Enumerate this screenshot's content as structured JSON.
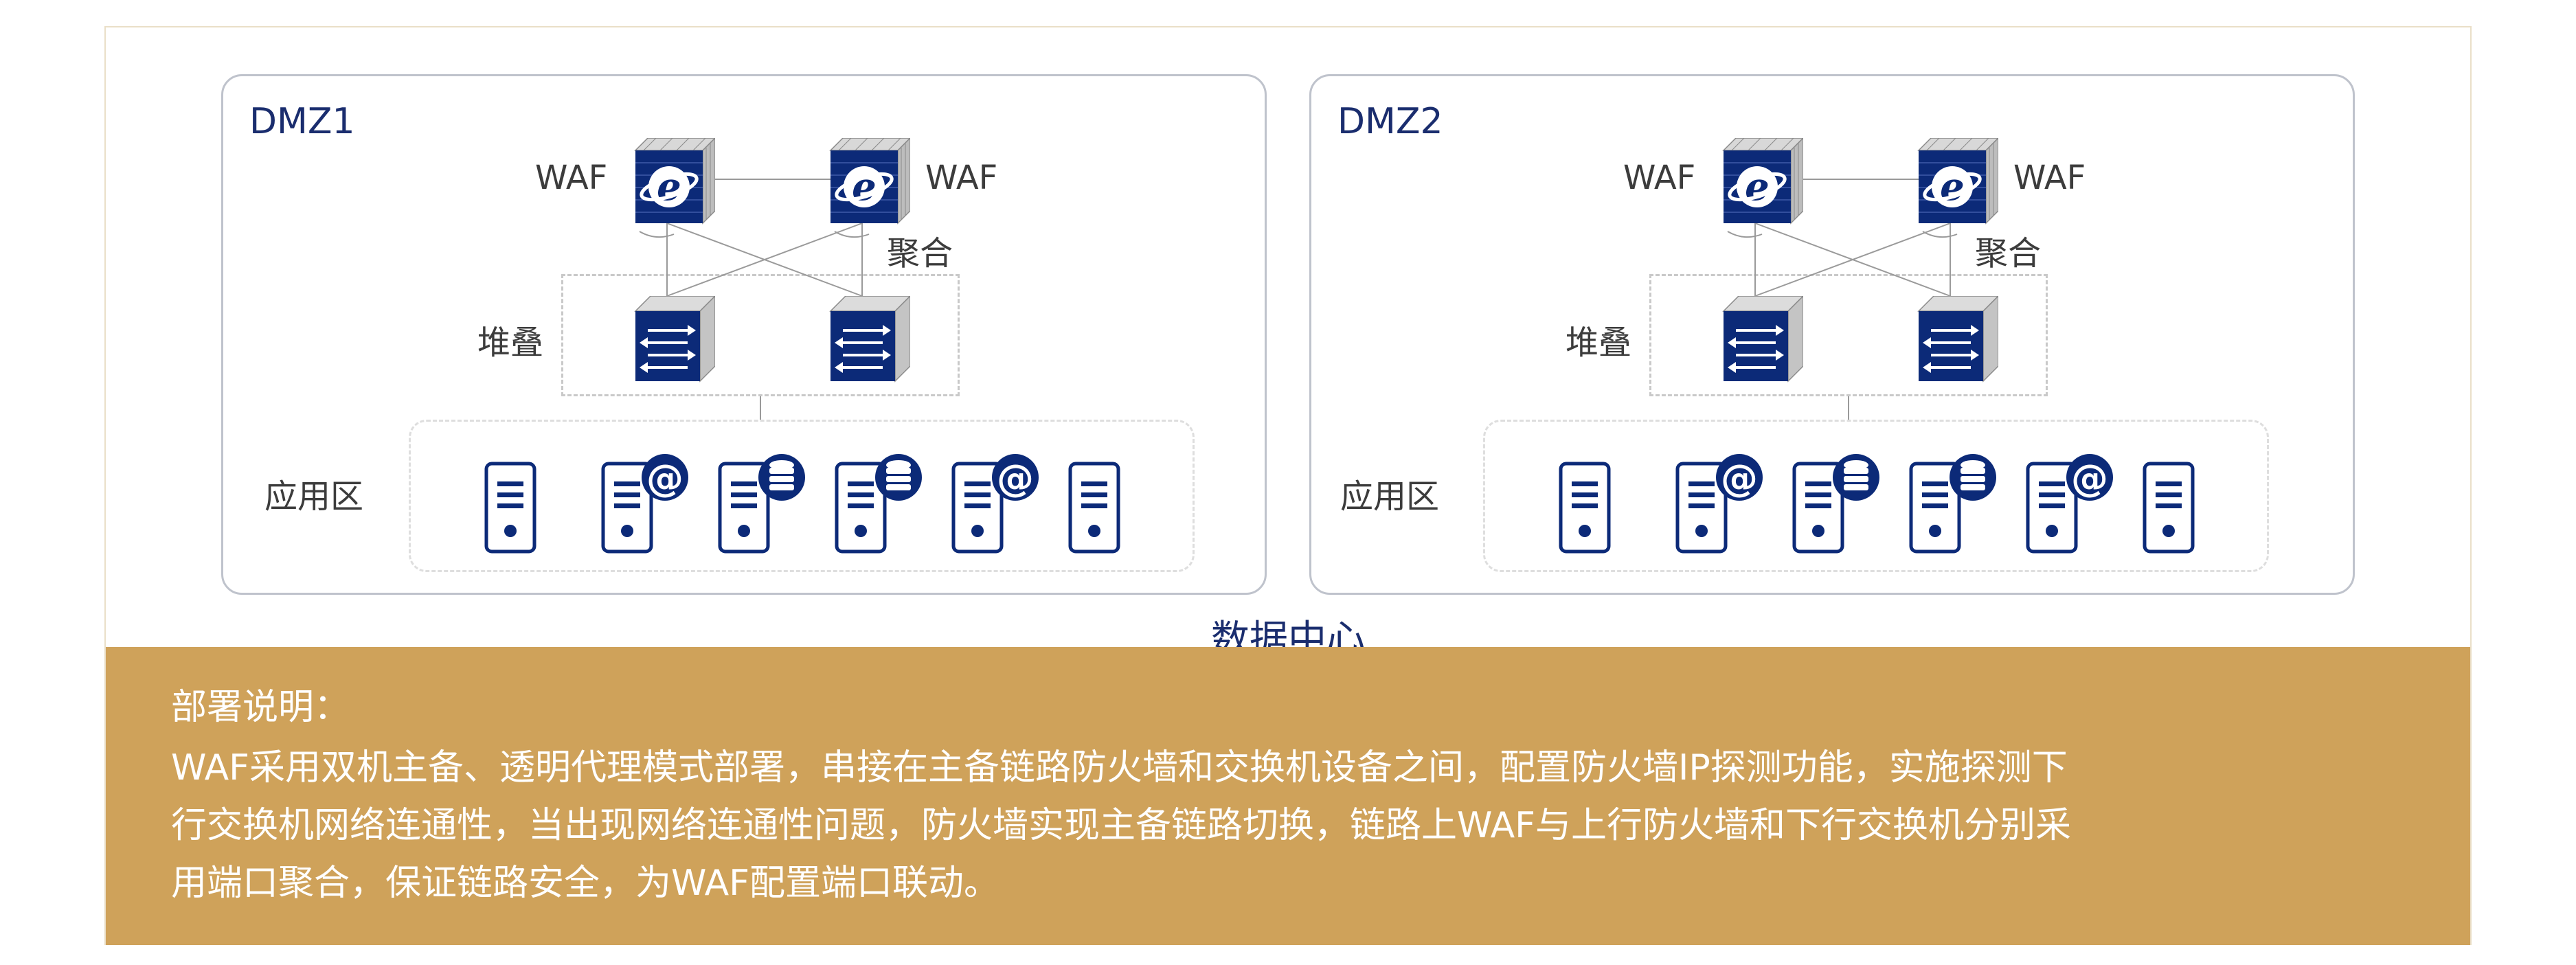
{
  "zones": [
    {
      "title": "DMZ1",
      "waf_left_label": "WAF",
      "waf_right_label": "WAF",
      "aggregate_label": "聚合",
      "stack_label": "堆叠",
      "app_zone_label": "应用区"
    },
    {
      "title": "DMZ2",
      "waf_left_label": "WAF",
      "waf_right_label": "WAF",
      "aggregate_label": "聚合",
      "stack_label": "堆叠",
      "app_zone_label": "应用区"
    }
  ],
  "servers": [
    "plain-server",
    "mail-server",
    "database-server",
    "database-server",
    "mail-server",
    "plain-server"
  ],
  "datacenter_label": "数据中心",
  "description": {
    "title": "部署说明：",
    "lines": [
      "WAF采用双机主备、透明代理模式部署，串接在主备链路防火墙和交换机设备之间，配置防火墙IP探测功能，实施探测下",
      "行交换机网络连通性，当出现网络连通性问题，防火墙实现主备链路切换，链路上WAF与上行防火墙和下行交换机分别采",
      "用端口聚合，保证链路安全，为WAF配置端口联动。"
    ]
  },
  "colors": {
    "navy": "#0c2a78",
    "gold": "#cfa25a",
    "border": "#bfc3cc"
  },
  "icons": {
    "waf": "waf-firewall-icon",
    "switch": "switch-icon",
    "server": "server-icon"
  }
}
